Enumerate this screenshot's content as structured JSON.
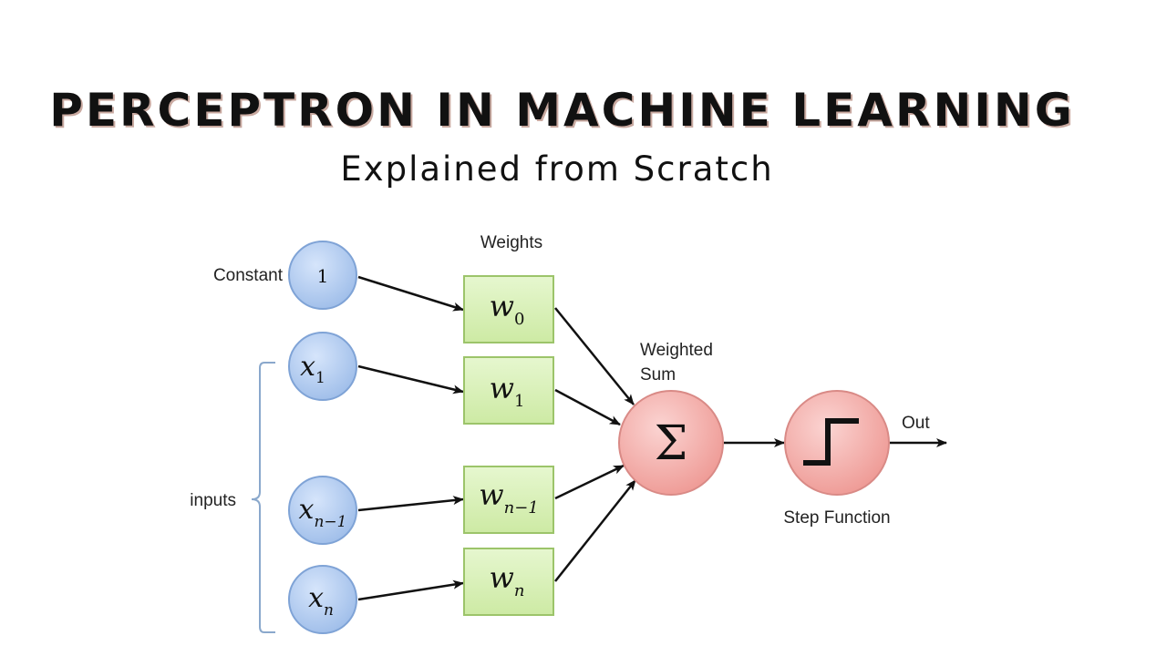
{
  "header": {
    "title": "PERCEPTRON IN MACHINE LEARNING",
    "subtitle": "Explained from Scratch"
  },
  "diagram": {
    "labels": {
      "weights": "Weights",
      "constant": "Constant",
      "inputs": "inputs",
      "weighted_sum_line1": "Weighted",
      "weighted_sum_line2": "Sum",
      "out": "Out",
      "step_function": "Step Function"
    },
    "constant_node": {
      "value": "1"
    },
    "input_nodes": [
      {
        "symbol": "x",
        "subscript": "1"
      },
      {
        "symbol": "x",
        "subscript": "n−1"
      },
      {
        "symbol": "x",
        "subscript": "n"
      }
    ],
    "weight_nodes": [
      {
        "symbol": "w",
        "subscript": "0"
      },
      {
        "symbol": "w",
        "subscript": "1"
      },
      {
        "symbol": "w",
        "subscript": "n−1"
      },
      {
        "symbol": "w",
        "subscript": "n"
      }
    ],
    "sum_symbol": "Σ",
    "colors": {
      "input_fill": "#a9c6f0",
      "input_stroke": "#7fa3d6",
      "weight_fill": "#d4efb0",
      "weight_stroke": "#9cc46a",
      "sum_fill": "#f2a7a3",
      "sum_stroke": "#d98a86",
      "arrow": "#111111",
      "brace": "#8aa8cc"
    }
  }
}
